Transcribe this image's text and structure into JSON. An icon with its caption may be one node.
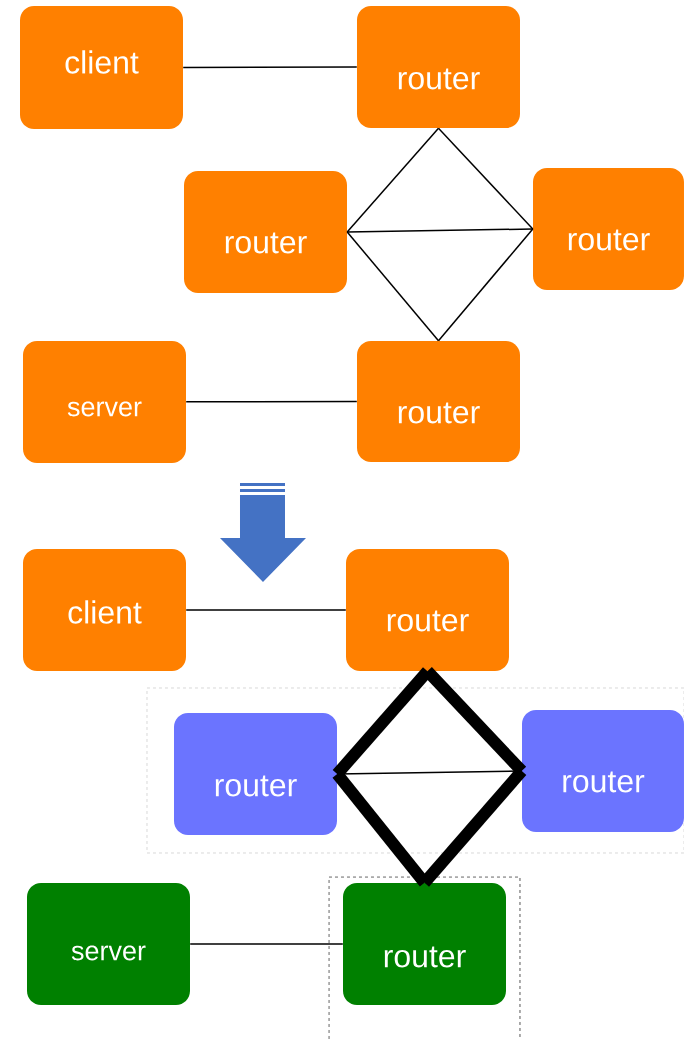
{
  "diagram": {
    "nodes": [
      {
        "text": [
          "client"
        ]
      },
      {
        "text": [
          "router"
        ]
      },
      {
        "text": [
          "router"
        ]
      },
      {
        "text": [
          "router"
        ]
      },
      {
        "text": [
          "server"
        ]
      },
      {
        "text": [
          "router"
        ]
      },
      {
        "text": [
          "client"
        ]
      },
      {
        "text": [
          "router"
        ]
      },
      {
        "text": [],
        "shape": "box"
      },
      {
        "text": [
          "router"
        ],
        "in": 8
      },
      {
        "text": [
          "router"
        ],
        "in": 8
      },
      {
        "text": [
          "server"
        ]
      },
      {
        "text": [],
        "shape": "box"
      },
      {
        "text": [
          "router"
        ],
        "in": 12
      }
    ],
    "edges": [
      {
        "from": 0,
        "to": 1,
        "arrow": "none"
      },
      {
        "from": 1,
        "to": 2,
        "arrow": "none"
      },
      {
        "from": 1,
        "to": 3,
        "arrow": "none"
      },
      {
        "from": 2,
        "to": 3,
        "arrow": "none"
      },
      {
        "from": 2,
        "to": 5,
        "arrow": "none"
      },
      {
        "from": 3,
        "to": 5,
        "arrow": "none"
      },
      {
        "from": 4,
        "to": 5,
        "arrow": "none"
      },
      {
        "from": 6,
        "to": 7,
        "arrow": "none"
      },
      {
        "from": 7,
        "to": 9,
        "arrow": "none",
        "style": "thick"
      },
      {
        "from": 7,
        "to": 10,
        "arrow": "none",
        "style": "thick"
      },
      {
        "from": 9,
        "to": 10,
        "arrow": "none"
      },
      {
        "from": 9,
        "to": 13,
        "arrow": "none",
        "style": "thick"
      },
      {
        "from": 10,
        "to": 13,
        "arrow": "none",
        "style": "thick"
      },
      {
        "from": 11,
        "to": 13,
        "arrow": "none"
      }
    ]
  }
}
